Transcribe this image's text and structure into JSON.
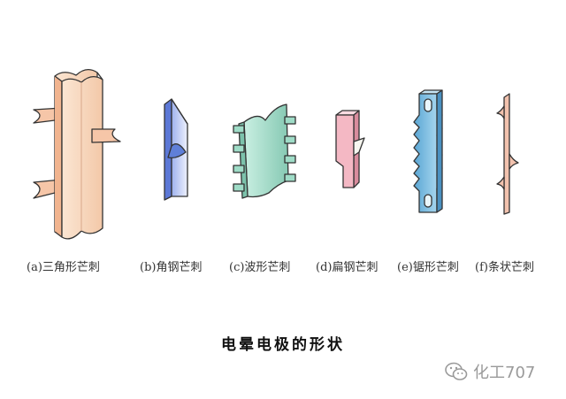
{
  "title": "电晕电极的形状",
  "captions": [
    "(a)三角形芒刺",
    "(b)角钢芒刺",
    "(c)波形芒刺",
    "(d)扁钢芒刺",
    "(e)锯形芒刺",
    "(f)条状芒刺"
  ],
  "watermark": "化工707",
  "icons": {
    "watermark": "wechat-icon"
  },
  "colors": {
    "outline": "#333333",
    "triangular": "#f8d8bc",
    "angle_steel": "#c9d3f4",
    "wave": "#a9dccb",
    "flat_steel": "#f4b8c4",
    "sawtooth": "#86c2e2",
    "strip": "#f2c2ae"
  }
}
